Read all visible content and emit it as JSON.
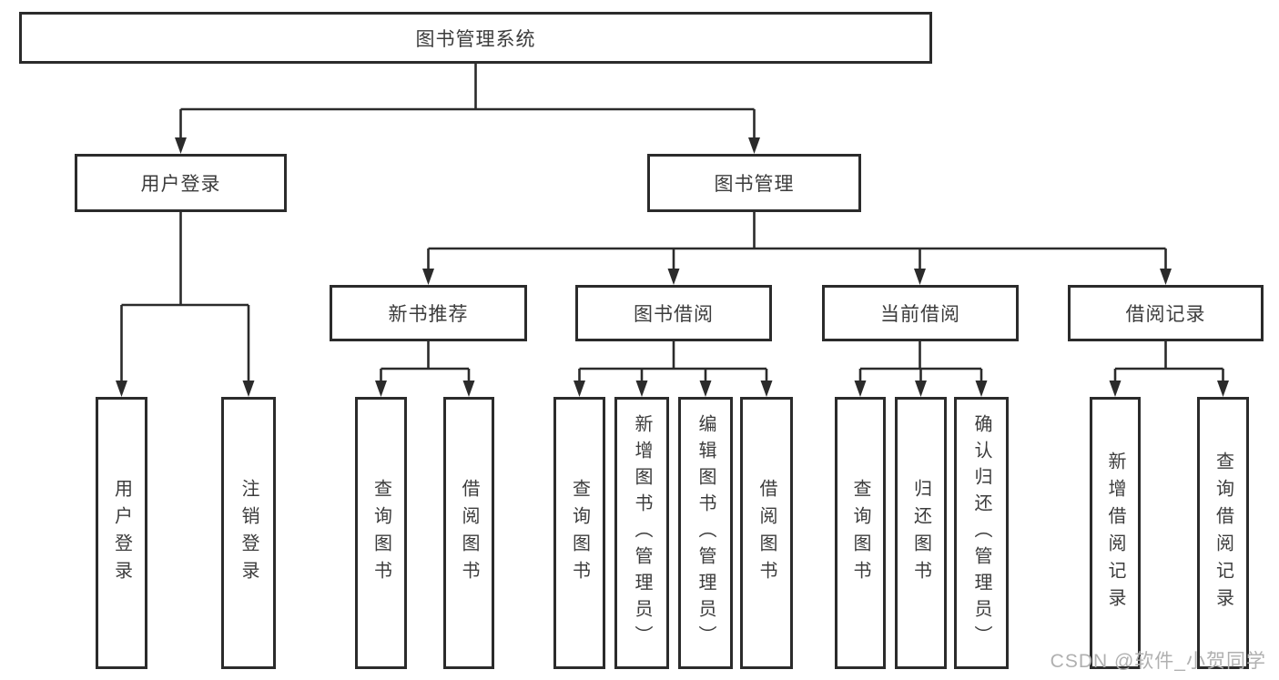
{
  "diagram": {
    "root": "图书管理系统",
    "branches": {
      "user_login": {
        "label": "用户登录",
        "children": {
          "login": "用户登录",
          "logout": "注销登录"
        }
      },
      "book_mgmt": {
        "label": "图书管理",
        "sections": {
          "new_book": {
            "label": "新书推荐",
            "children": {
              "query": "查询图书",
              "borrow": "借阅图书"
            }
          },
          "borrowing": {
            "label": "图书借阅",
            "children": {
              "query": "查询图书",
              "add": "新增图书（管理员）",
              "edit": "编辑图书（管理员）",
              "borrow": "借阅图书"
            }
          },
          "current": {
            "label": "当前借阅",
            "children": {
              "query": "查询图书",
              "return": "归还图书",
              "confirm": "确认归还（管理员）"
            }
          },
          "records": {
            "label": "借阅记录",
            "children": {
              "add": "新增借阅记录",
              "query": "查询借阅记录"
            }
          }
        }
      }
    }
  },
  "watermark": "CSDN @软件_小贺同学",
  "colors": {
    "line": "#2b2b2b",
    "box_border": "#2b2b2b",
    "box_fill": "#ffffff",
    "text": "#3c3c3c",
    "watermark": "#b0b0b0"
  }
}
